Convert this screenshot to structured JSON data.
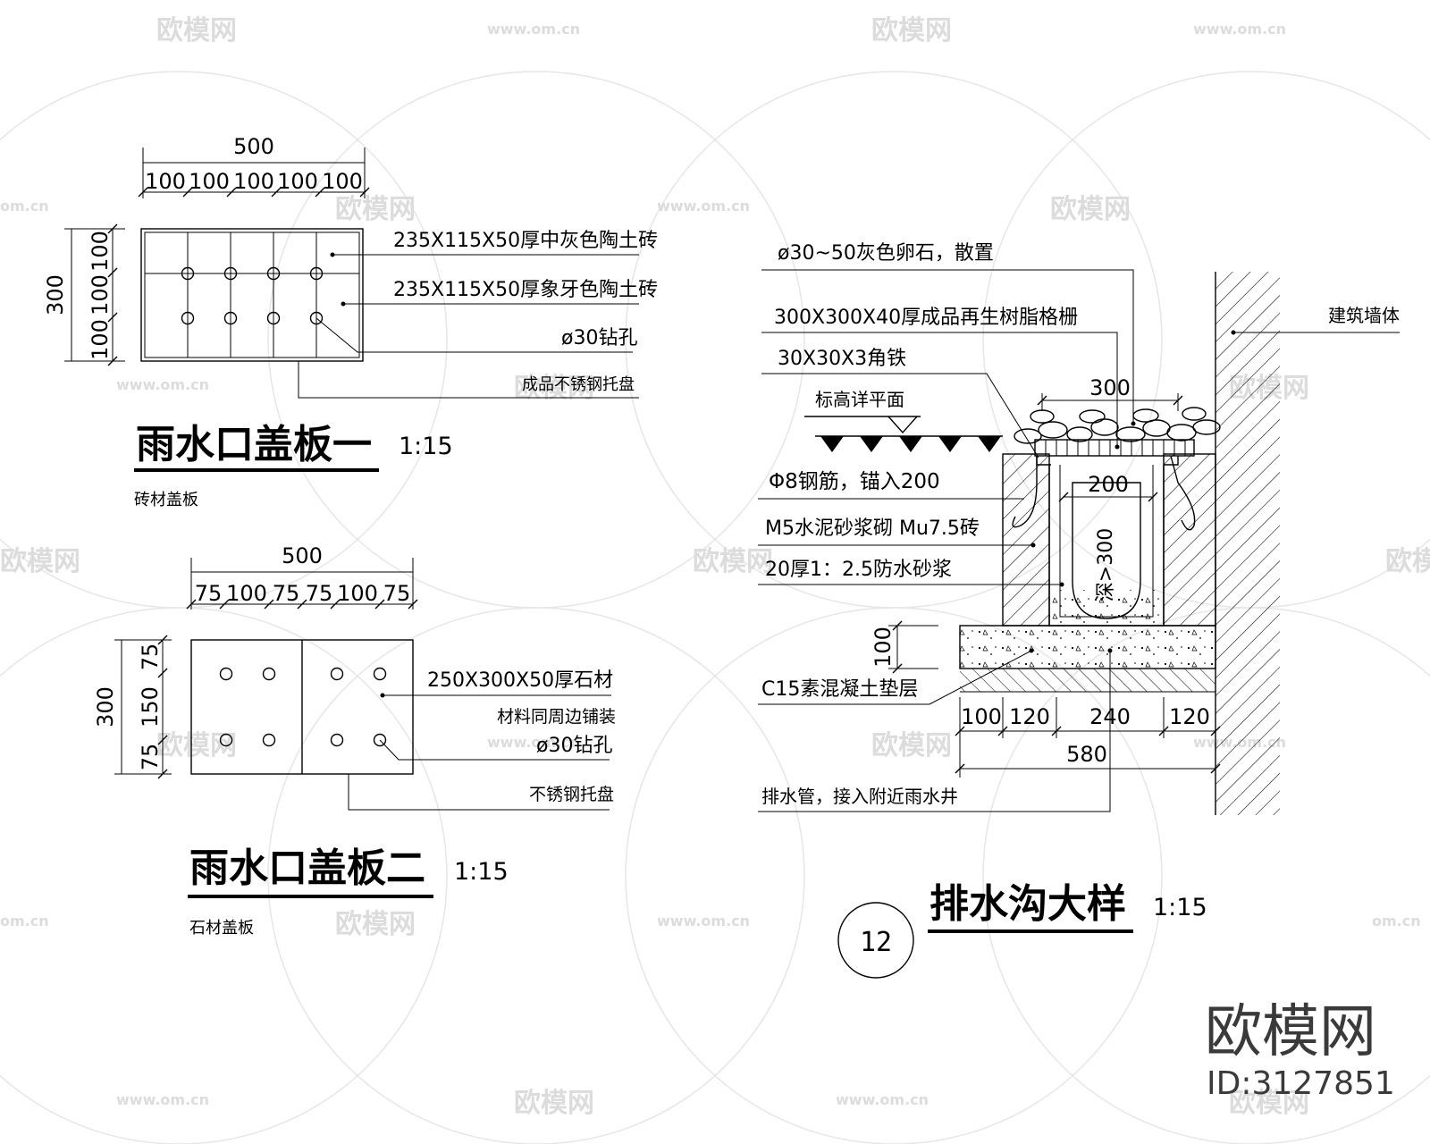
{
  "watermarks": {
    "brand": "欧模网",
    "site": "www.om.cn",
    "site_short": "om.cn"
  },
  "cover_one": {
    "overall_width": "500",
    "col_dims": [
      "100",
      "100",
      "100",
      "100",
      "100"
    ],
    "overall_height": "300",
    "row_dims": [
      "100",
      "100",
      "100"
    ],
    "label_1": "235X115X50厚中灰色陶土砖",
    "label_2": "235X115X50厚象牙色陶土砖",
    "label_3": "ø30钻孔",
    "label_4": "成品不锈钢托盘",
    "title": "雨水口盖板一",
    "scale": "1:15",
    "subtitle": "砖材盖板"
  },
  "cover_two": {
    "overall_width": "500",
    "col_dims": [
      "75",
      "100",
      "75",
      "75",
      "100",
      "75"
    ],
    "overall_height": "300",
    "row_dims": [
      "75",
      "150",
      "75"
    ],
    "label_1": "250X300X50厚石材",
    "label_2": "材料同周边铺装",
    "label_3": "ø30钻孔",
    "label_4": "不锈钢托盘",
    "title": "雨水口盖板二",
    "scale": "1:15",
    "subtitle": "石材盖板"
  },
  "drain_section": {
    "label_pebbles": "ø30~50灰色卵石，散置",
    "label_grate": "300X300X40厚成品再生树脂格栅",
    "label_angle": "30X30X3角铁",
    "label_level": "标高详平面",
    "label_wall": "建筑墙体",
    "label_rebar": "Φ8钢筋，锚入200",
    "label_masonry": "M5水泥砂浆砌 Mu7.5砖",
    "label_mortar": "20厚1：2.5防水砂浆",
    "label_concrete": "C15素混凝土垫层",
    "label_pipe": "排水管，接入附近雨水井",
    "dim_top": "300",
    "dim_inner": "200",
    "dim_depth": "深>300",
    "dim_pad": "100",
    "bottom_dims": [
      "100",
      "120",
      "240",
      "120"
    ],
    "dim_total": "580",
    "detail_number": "12",
    "title": "排水沟大样",
    "scale": "1:15"
  },
  "footer": {
    "brand": "欧模网",
    "id": "ID:3127851"
  }
}
